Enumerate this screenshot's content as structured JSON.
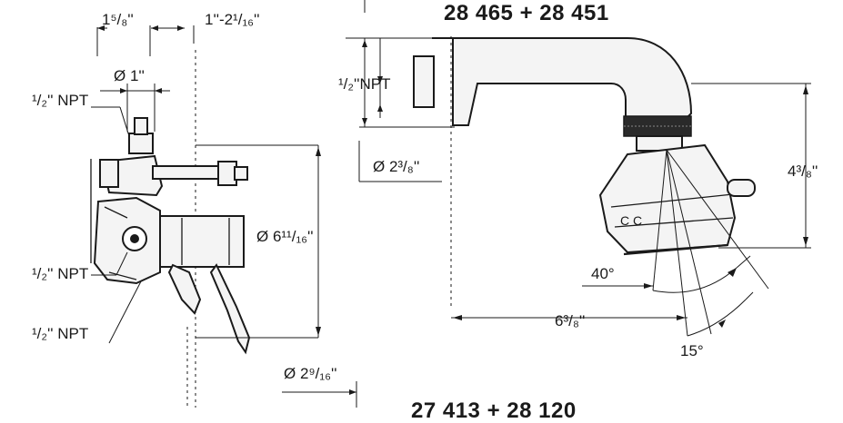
{
  "titles": {
    "shower_head": "28 465 + 28 451",
    "mixer_partial": "27 413 + 28 120"
  },
  "dimensions": {
    "width_1_5_8": "1⁵/₈''",
    "range_1_2_1_16": "1''-2¹/₁₆''",
    "dia_1": "Ø 1''",
    "npt_top": "¹/₂'' NPT",
    "npt_mid": "¹/₂'' NPT",
    "npt_bottom": "¹/₂'' NPT",
    "dia_6_11_16": "Ø 6¹¹/₁₆''",
    "dia_2_9_16": "Ø 2⁹/₁₆''",
    "npt_arm": "¹/₂''NPT",
    "dia_2_3_8": "Ø 2³/₈''",
    "height_4_3_8": "4³/₈''",
    "angle_40": "40°",
    "length_6_3_8": "6³/₈''",
    "angle_15": "15°"
  }
}
